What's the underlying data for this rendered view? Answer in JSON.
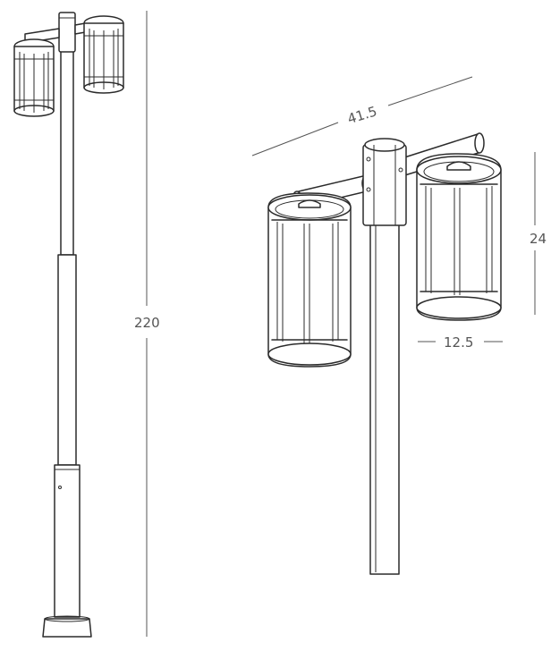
{
  "dimensions": {
    "total_height": "220",
    "arm_width": "41.5",
    "lantern_height": "24",
    "lantern_diameter": "12.5"
  },
  "colors": {
    "line": "#2b2b2b",
    "dimension": "#555555",
    "background": "#ffffff"
  }
}
